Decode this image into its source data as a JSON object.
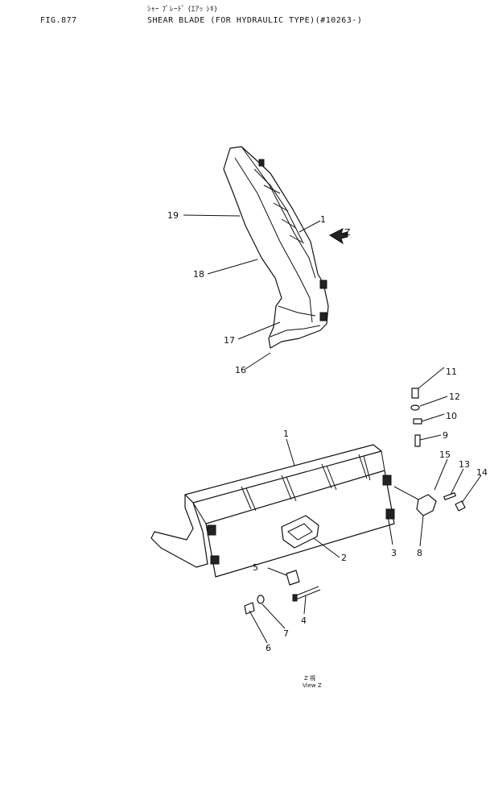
{
  "header": {
    "fig_number": "FIG.877",
    "title_jp": "ｼｬｰ ﾌﾞﾚｰﾄﾞ (ｴｱｯ ｼｷ)",
    "title": "SHEAR BLADE (FOR HYDRAULIC TYPE)(#10263-)"
  },
  "callouts": {
    "n1_top": "1",
    "n1": "1",
    "n2": "2",
    "n3": "3",
    "n4": "4",
    "n5": "5",
    "n6": "6",
    "n7": "7",
    "n8": "8",
    "n9": "9",
    "n10": "10",
    "n11": "11",
    "n12": "12",
    "n13": "13",
    "n14": "14",
    "n15": "15",
    "n16": "16",
    "n17": "17",
    "n18": "18",
    "n19": "19"
  },
  "view_marker": {
    "letter": "Z"
  },
  "view_caption": {
    "jp": "Z 視",
    "en": "View Z"
  }
}
